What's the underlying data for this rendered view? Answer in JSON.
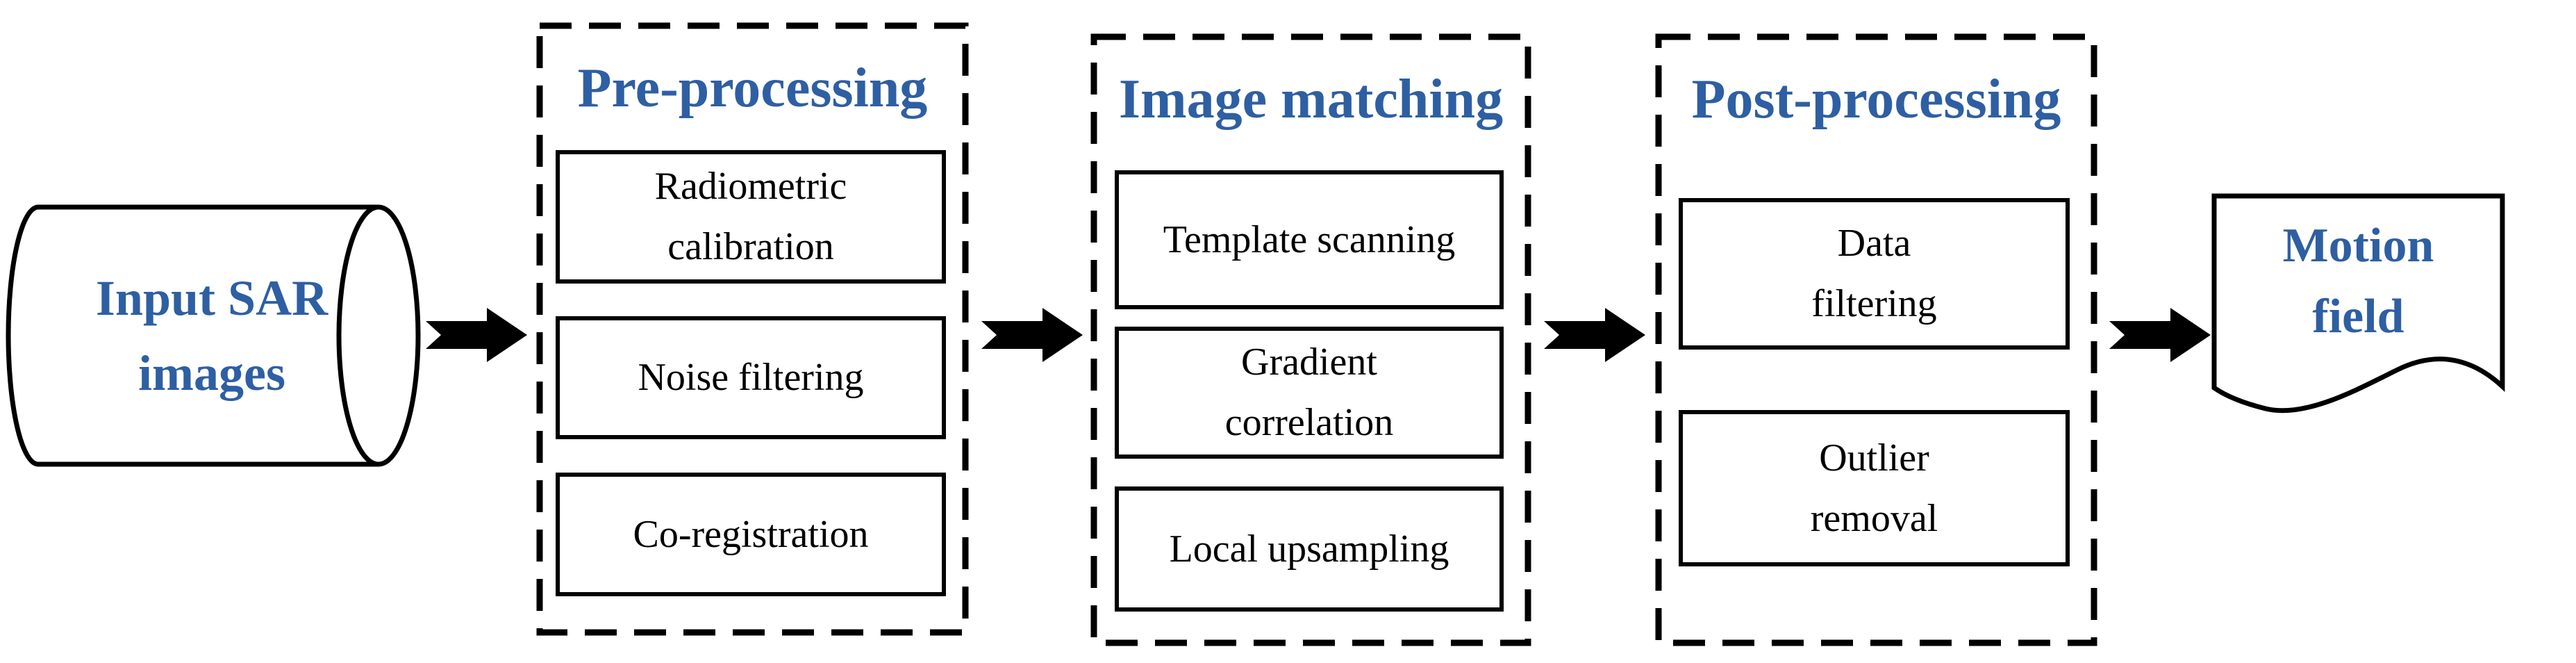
{
  "diagram": {
    "colors": {
      "accent_blue": "#2E5FA3",
      "line_black": "#000000",
      "background": "#FFFFFF"
    },
    "input_terminal": {
      "lines": [
        "Input SAR",
        "images"
      ]
    },
    "stages": [
      {
        "title": "Pre-processing",
        "steps": [
          {
            "lines": [
              "Radiometric",
              "calibration"
            ]
          },
          {
            "lines": [
              "Noise filtering"
            ]
          },
          {
            "lines": [
              "Co-registration"
            ]
          }
        ]
      },
      {
        "title": "Image matching",
        "steps": [
          {
            "lines": [
              "Template scanning"
            ]
          },
          {
            "lines": [
              "Gradient",
              "correlation"
            ]
          },
          {
            "lines": [
              "Local upsampling"
            ]
          }
        ]
      },
      {
        "title": "Post-processing",
        "steps": [
          {
            "lines": [
              "Data",
              "filtering"
            ]
          },
          {
            "lines": [
              "Outlier",
              "removal"
            ]
          }
        ]
      }
    ],
    "output_terminal": {
      "lines": [
        "Motion",
        "field"
      ]
    }
  }
}
